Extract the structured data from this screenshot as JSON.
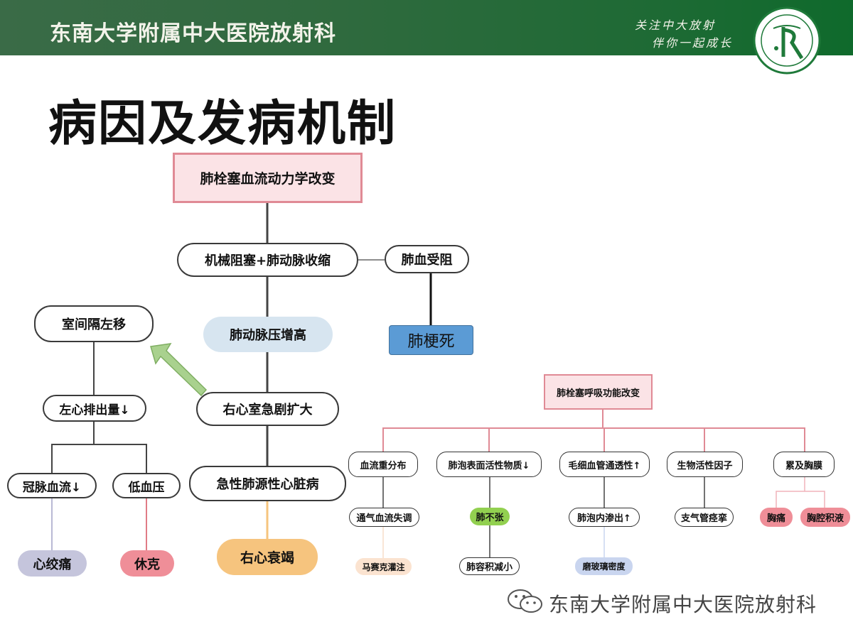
{
  "header": {
    "title": "东南大学附属中大医院放射科",
    "slogan_line1": "关注中大放射",
    "slogan_line2": "伴你一起成长",
    "logo_initials": "R"
  },
  "slide": {
    "title": "病因及发病机制"
  },
  "diagram": {
    "hemodynamic": {
      "top": "肺栓塞血流动力学改变",
      "mechanical": "机械阻塞+肺动脉收缩",
      "pulmonary_block": "肺血受阻",
      "infarction": "肺梗死",
      "pa_pressure": "肺动脉压增高",
      "rv_dilation": "右心室急剧扩大",
      "acute_cor_pulmonale": "急性肺源性心脏病",
      "rv_failure": "右心衰竭",
      "septum_shift": "室间隔左移",
      "left_output": "左心排出量↓",
      "coronary_flow": "冠脉血流↓",
      "hypotension": "低血压",
      "angina": "心绞痛",
      "shock": "休克"
    },
    "respiratory": {
      "top": "肺栓塞呼吸功能改变",
      "redistribution": "血流重分布",
      "surfactant": "肺泡表面活性物质↓",
      "capillary": "毛细血管通透性↑",
      "bioactive": "生物活性因子",
      "pleura": "累及胸膜",
      "vq_mismatch": "通气血流失调",
      "atelectasis": "肺不张",
      "exudate": "肺泡内渗出↑",
      "bronchospasm": "支气管痉挛",
      "chest_pain": "胸痛",
      "effusion": "胸腔积液",
      "mosaic": "马赛克灌注",
      "volume_loss": "肺容积减小",
      "ground_glass": "磨玻璃密度"
    }
  },
  "watermark": "东南大学附属中大医院放射科",
  "icons": {
    "logo": "hospital-logo-icon",
    "arrow": "green-arrow-icon",
    "wechat": "wechat-icon"
  },
  "colors": {
    "header_green": "#2f6a3e",
    "pink_box": "#fbe3e6",
    "pink_border": "#e08a95",
    "blue_box": "#5b9bd5",
    "light_blue": "#d7e5f0",
    "orange": "#f6c47e",
    "green_node": "#92d050",
    "red_node": "#ef8e98",
    "lavender": "#c5c5dc",
    "arrow_green": "#a9d18e"
  }
}
